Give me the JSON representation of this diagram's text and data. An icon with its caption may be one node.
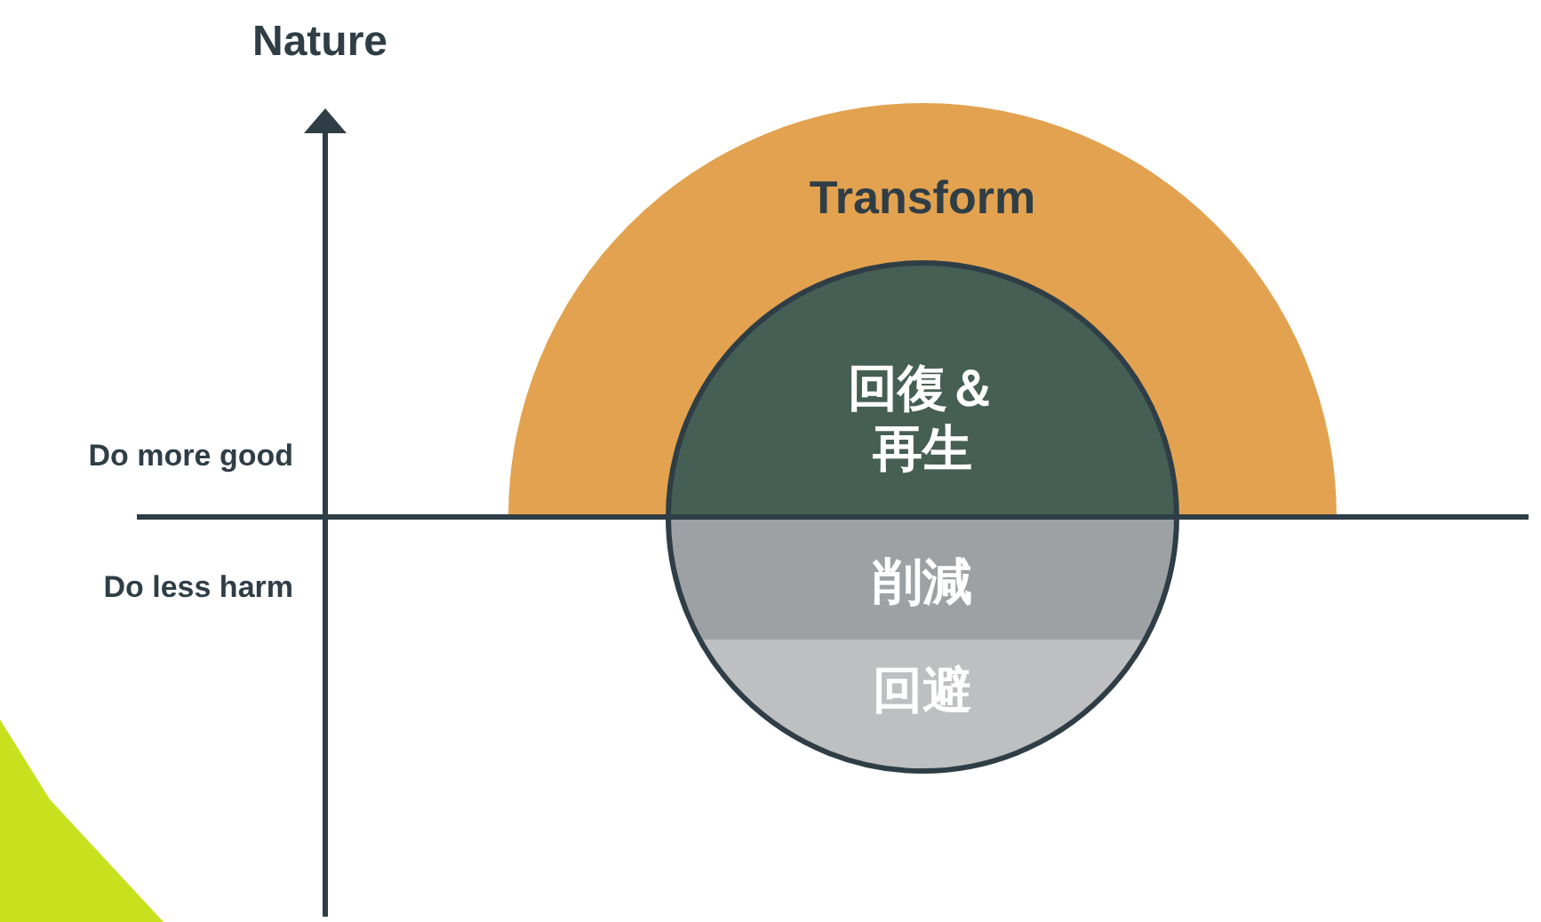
{
  "diagram": {
    "nodes": [
      {
        "text": [
          "Transform"
        ]
      },
      {
        "text": [
          "回復＆再生"
        ],
        "in": 0
      },
      {
        "text": [
          "削減"
        ]
      },
      {
        "text": [
          "回避"
        ]
      }
    ],
    "labels": [
      "Nature",
      "Do more good",
      "Do less harm"
    ]
  }
}
